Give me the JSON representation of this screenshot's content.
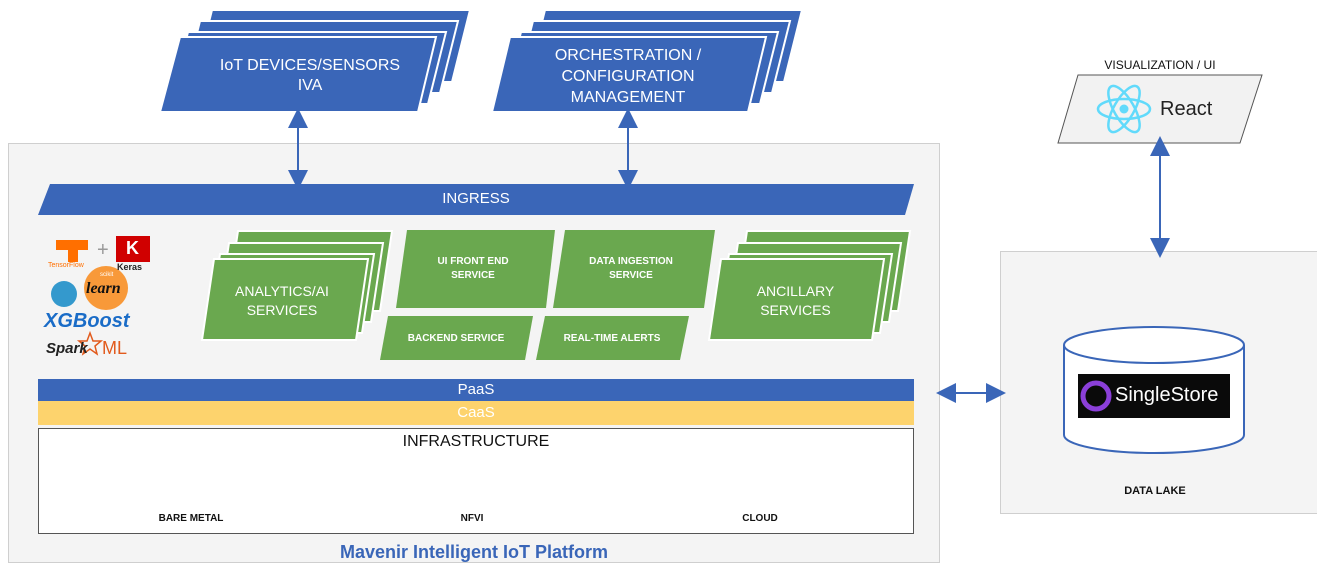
{
  "top": {
    "iot": {
      "line1": "IoT DEVICES/SENSORS",
      "line2": "IVA"
    },
    "orchestration": {
      "line1": "ORCHESTRATION /",
      "line2": "CONFIGURATION",
      "line3": "MANAGEMENT"
    }
  },
  "visualization": {
    "title": "VISUALIZATION / UI",
    "react_label": "React"
  },
  "platform": {
    "title": "Mavenir Intelligent IoT Platform",
    "ingress": "INGRESS",
    "services": {
      "analytics": {
        "line1": "ANALYTICS/AI",
        "line2": "SERVICES"
      },
      "ui_front_end": {
        "line1": "UI FRONT END",
        "line2": "SERVICE"
      },
      "data_ingestion": {
        "line1": "DATA INGESTION",
        "line2": "SERVICE"
      },
      "backend": "BACKEND SERVICE",
      "realtime_alerts": "REAL-TIME ALERTS",
      "ancillary": {
        "line1": "ANCILLARY",
        "line2": "SERVICES"
      }
    },
    "paas": "PaaS",
    "caas": "CaaS",
    "infrastructure": {
      "title": "INFRASTRUCTURE",
      "bare_metal": "BARE METAL",
      "nfvi": "NFVI",
      "cloud": "CLOUD"
    }
  },
  "ml_logos": {
    "tensorflow": "TensorFlow",
    "keras_letter": "K",
    "keras": "Keras",
    "scikit": "scikit",
    "learn": "learn",
    "xgboost": "XGBoost",
    "spark": "Spark",
    "ml": "ML"
  },
  "data_lake": {
    "title": "DATA LAKE",
    "singlestore": "SingleStore"
  },
  "colors": {
    "blue": "#3a66b8",
    "green": "#6aa84f",
    "yellow": "#fdd36d",
    "react_blue": "#61dafb"
  }
}
